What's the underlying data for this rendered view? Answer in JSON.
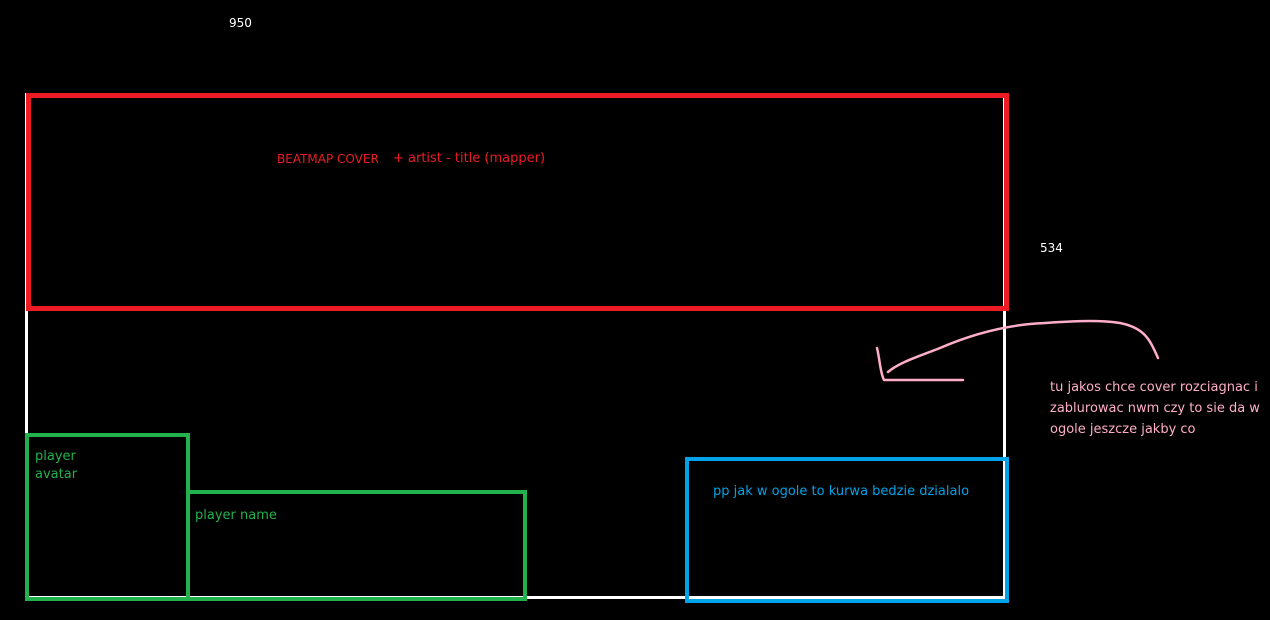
{
  "dimensions": {
    "width_label": "950",
    "height_label": "534"
  },
  "cover": {
    "label": "BEATMAP COVER",
    "extra": "+  artist - title (mapper)",
    "color": "#ed1c24"
  },
  "player": {
    "avatar_label": "player\navatar",
    "name_label": "player name",
    "color": "#22b14c"
  },
  "pp": {
    "label": "pp jak w ogole to kurwa bedzie dzialalo",
    "color": "#00a2e8"
  },
  "note": {
    "text": "tu jakos chce cover rozciagnac i zablurowac nwm czy to sie da w ogole jeszcze jakby co",
    "color": "#ffaec9"
  },
  "frame_color": "#ffffff",
  "background_color": "#000000"
}
